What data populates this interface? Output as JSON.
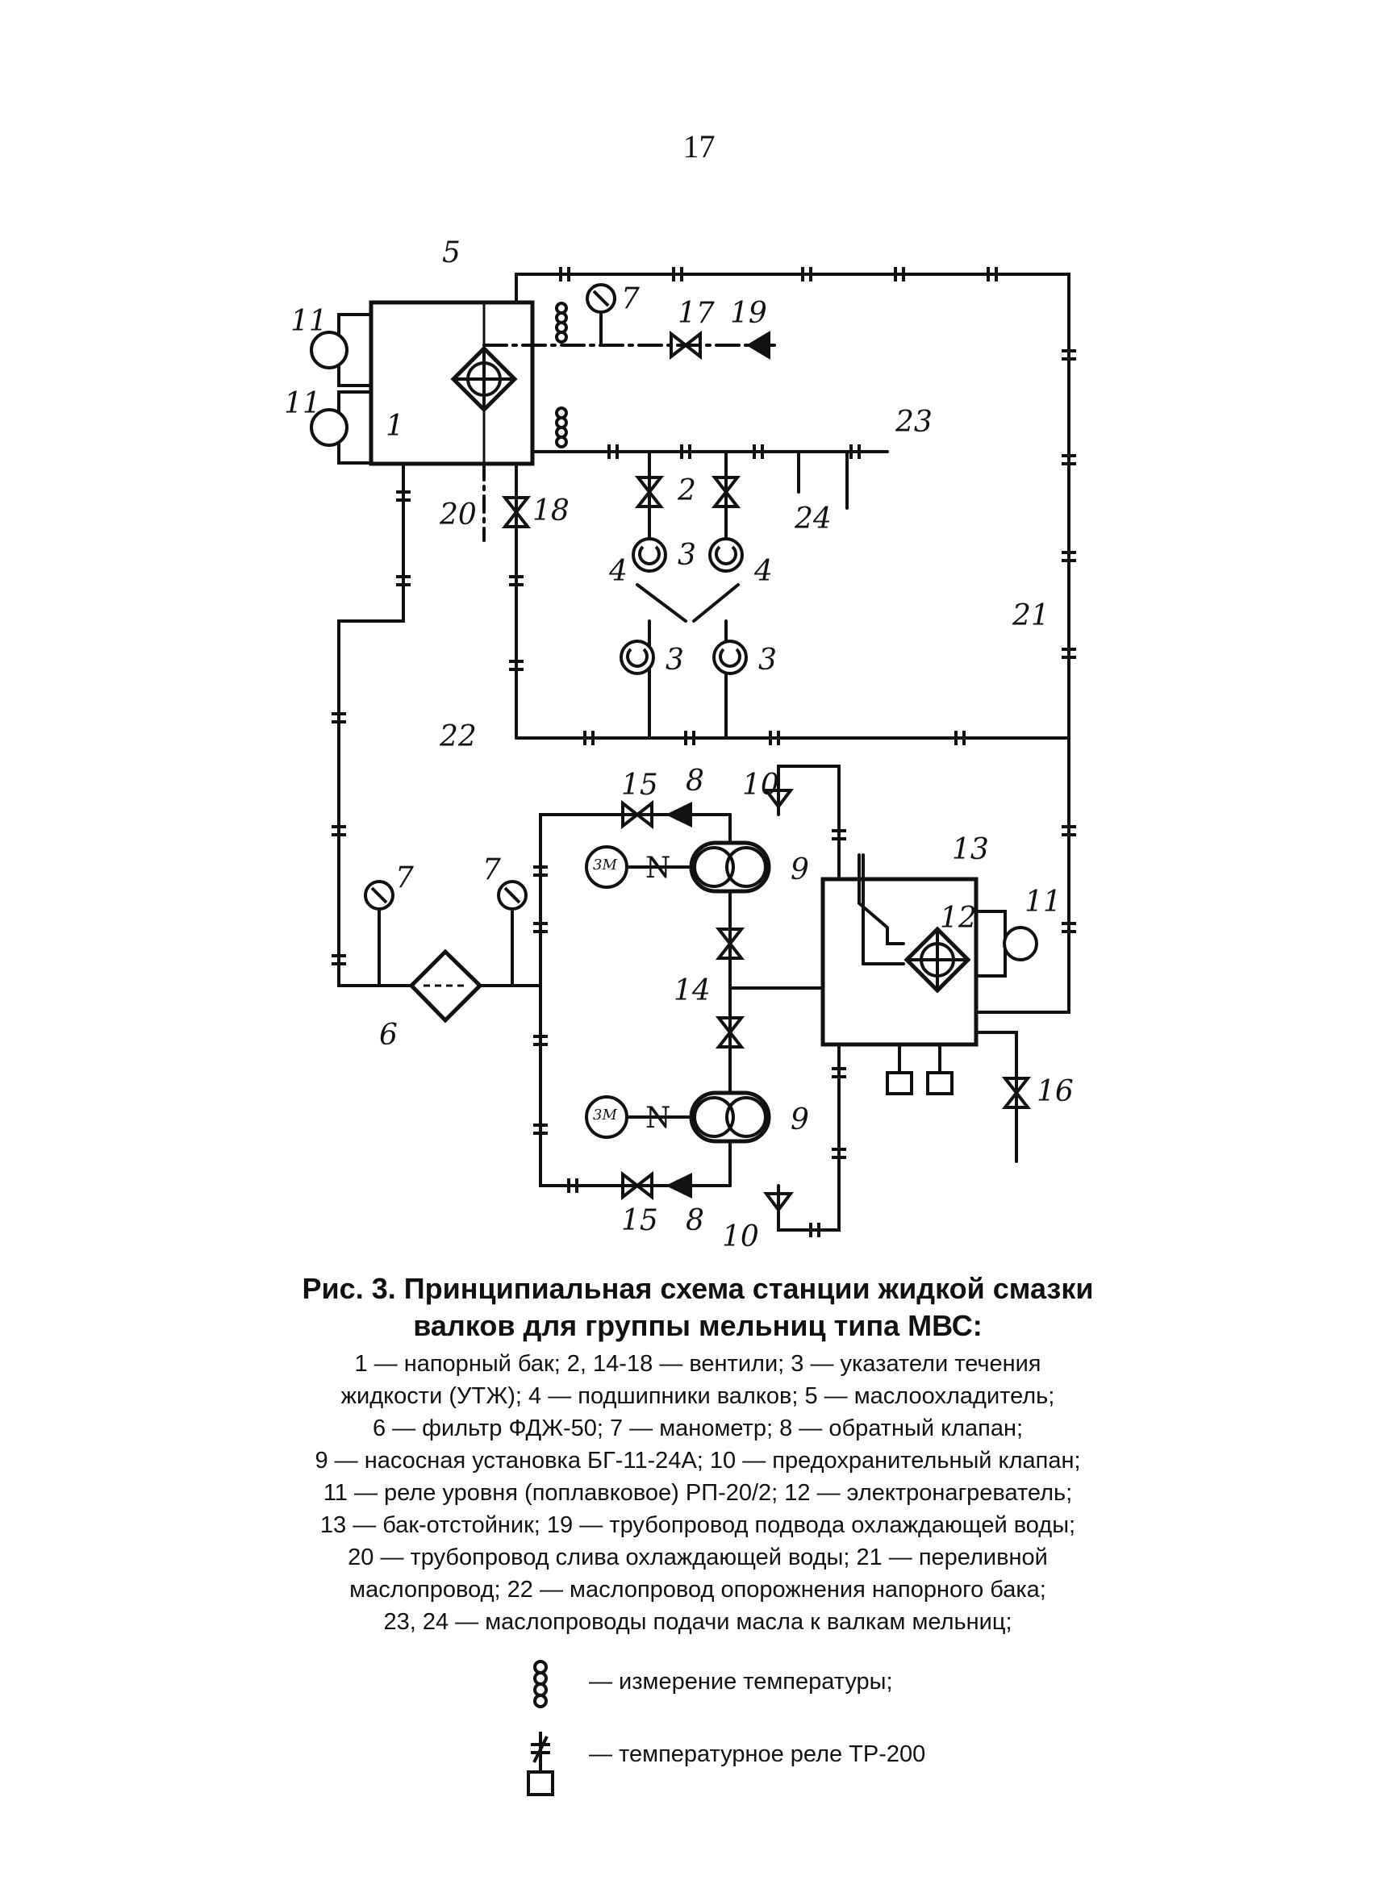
{
  "page_number": "17",
  "caption": {
    "title_line1": "Рис. 3. Принципиальная схема станции жидкой смазки",
    "title_line2": "валков для группы мельниц типа МВС:",
    "items": [
      "1 — напорный бак; 2, 14-18 — вентили; 3 — указатели течения",
      "жидкости (УТЖ); 4 — подшипники валков; 5 — маслоохладитель;",
      "6 — фильтр ФДЖ-50; 7 — манометр; 8 — обратный клапан;",
      "9 — насосная установка БГ-11-24А; 10 — предохранительный клапан;",
      "11 — реле уровня (поплавковое) РП-20/2; 12 — электронагреватель;",
      "13 — бак-отстойник; 19 — трубопровод подвода охлаждающей воды;",
      "20 — трубопровод слива охлаждающей воды; 21 — переливной",
      "маслопровод; 22 — маслопровод опорожнения напорного бака;",
      "23, 24 — маслопроводы подачи масла к валкам мельниц;"
    ]
  },
  "legend": [
    {
      "icon": "temperature-measurement-icon",
      "text": "— измерение температуры;"
    },
    {
      "icon": "temperature-relay-icon",
      "text": "— температурное реле ТР-200"
    }
  ],
  "diagram_labels": {
    "l1": "1",
    "l5": "5",
    "l7a": "7",
    "l17": "17",
    "l19": "19",
    "l11a": "11",
    "l11b": "11",
    "l23": "23",
    "l2": "2",
    "l24": "24",
    "l20": "20",
    "l18": "18",
    "l3a": "3",
    "l4a": "4",
    "l4b": "4",
    "l3b": "3",
    "l3c": "3",
    "l21": "21",
    "l22": "22",
    "l15a": "15",
    "l8a": "8",
    "l10a": "10",
    "l13": "13",
    "l9a": "9",
    "l7b": "7",
    "l7c": "7",
    "l12": "12",
    "l11c": "11",
    "l14": "14",
    "l6": "6",
    "l16": "16",
    "l9b": "9",
    "l15b": "15",
    "l8b": "8",
    "l10b": "10",
    "m1": "3M",
    "m2": "3M",
    "n1": "N",
    "n2": "N"
  }
}
